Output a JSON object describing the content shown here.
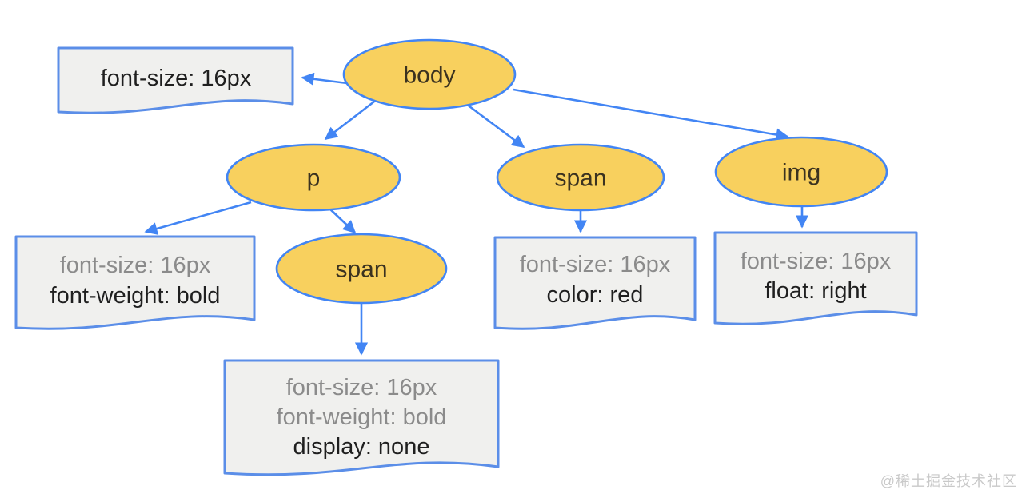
{
  "diagram": {
    "type": "render-tree",
    "nodes": {
      "body": {
        "label": "body"
      },
      "p": {
        "label": "p"
      },
      "span_top": {
        "label": "span"
      },
      "img": {
        "label": "img"
      },
      "span_child": {
        "label": "span"
      }
    },
    "notes": {
      "body_note": {
        "lines": [
          {
            "text": "font-size: 16px",
            "inherited": false
          }
        ]
      },
      "p_note": {
        "lines": [
          {
            "text": "font-size: 16px",
            "inherited": true
          },
          {
            "text": "font-weight: bold",
            "inherited": false
          }
        ]
      },
      "span_top_note": {
        "lines": [
          {
            "text": "font-size: 16px",
            "inherited": true
          },
          {
            "text": "color: red",
            "inherited": false
          }
        ]
      },
      "img_note": {
        "lines": [
          {
            "text": "font-size: 16px",
            "inherited": true
          },
          {
            "text": "float: right",
            "inherited": false
          }
        ]
      },
      "span_child_note": {
        "lines": [
          {
            "text": "font-size: 16px",
            "inherited": true
          },
          {
            "text": "font-weight: bold",
            "inherited": true
          },
          {
            "text": "display: none",
            "inherited": false
          }
        ]
      }
    },
    "edges": [
      {
        "from": "body",
        "to": "body_note"
      },
      {
        "from": "body",
        "to": "p"
      },
      {
        "from": "body",
        "to": "span_top"
      },
      {
        "from": "body",
        "to": "img"
      },
      {
        "from": "p",
        "to": "p_note"
      },
      {
        "from": "p",
        "to": "span_child"
      },
      {
        "from": "span_top",
        "to": "span_top_note"
      },
      {
        "from": "img",
        "to": "img_note"
      },
      {
        "from": "span_child",
        "to": "span_child_note"
      }
    ],
    "colors": {
      "node_fill": "#f8d05e",
      "edge_blue": "#4285f4",
      "note_fill": "#f0f0ee",
      "note_border": "#5b8ee8",
      "text_dark": "#1f1f1f",
      "text_muted": "#8b8b8b"
    }
  },
  "watermark": "@稀土掘金技术社区"
}
